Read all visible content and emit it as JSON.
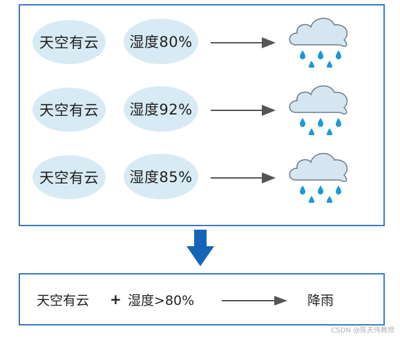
{
  "rows": [
    {
      "condition_sky": "天空有云",
      "condition_humidity": "湿度80%",
      "outcome_icon": "rain-cloud-icon"
    },
    {
      "condition_sky": "天空有云",
      "condition_humidity": "湿度92%",
      "outcome_icon": "rain-cloud-icon"
    },
    {
      "condition_sky": "天空有云",
      "condition_humidity": "湿度85%",
      "outcome_icon": "rain-cloud-icon"
    }
  ],
  "conclusion": {
    "condition_sky": "天空有云",
    "operator": "+",
    "condition_humidity": "湿度>80%",
    "result": "降雨"
  },
  "watermark": "CSDN @陈天伟教授",
  "colors": {
    "panel_border": "#3a7bbf",
    "ellipse_fill": "#d8ebf4",
    "cloud_fill": "#d5e6f0",
    "cloud_stroke": "#6b7b85",
    "raindrop": "#1a9ad6",
    "down_arrow": "#1565b6",
    "arrow": "#555555"
  }
}
